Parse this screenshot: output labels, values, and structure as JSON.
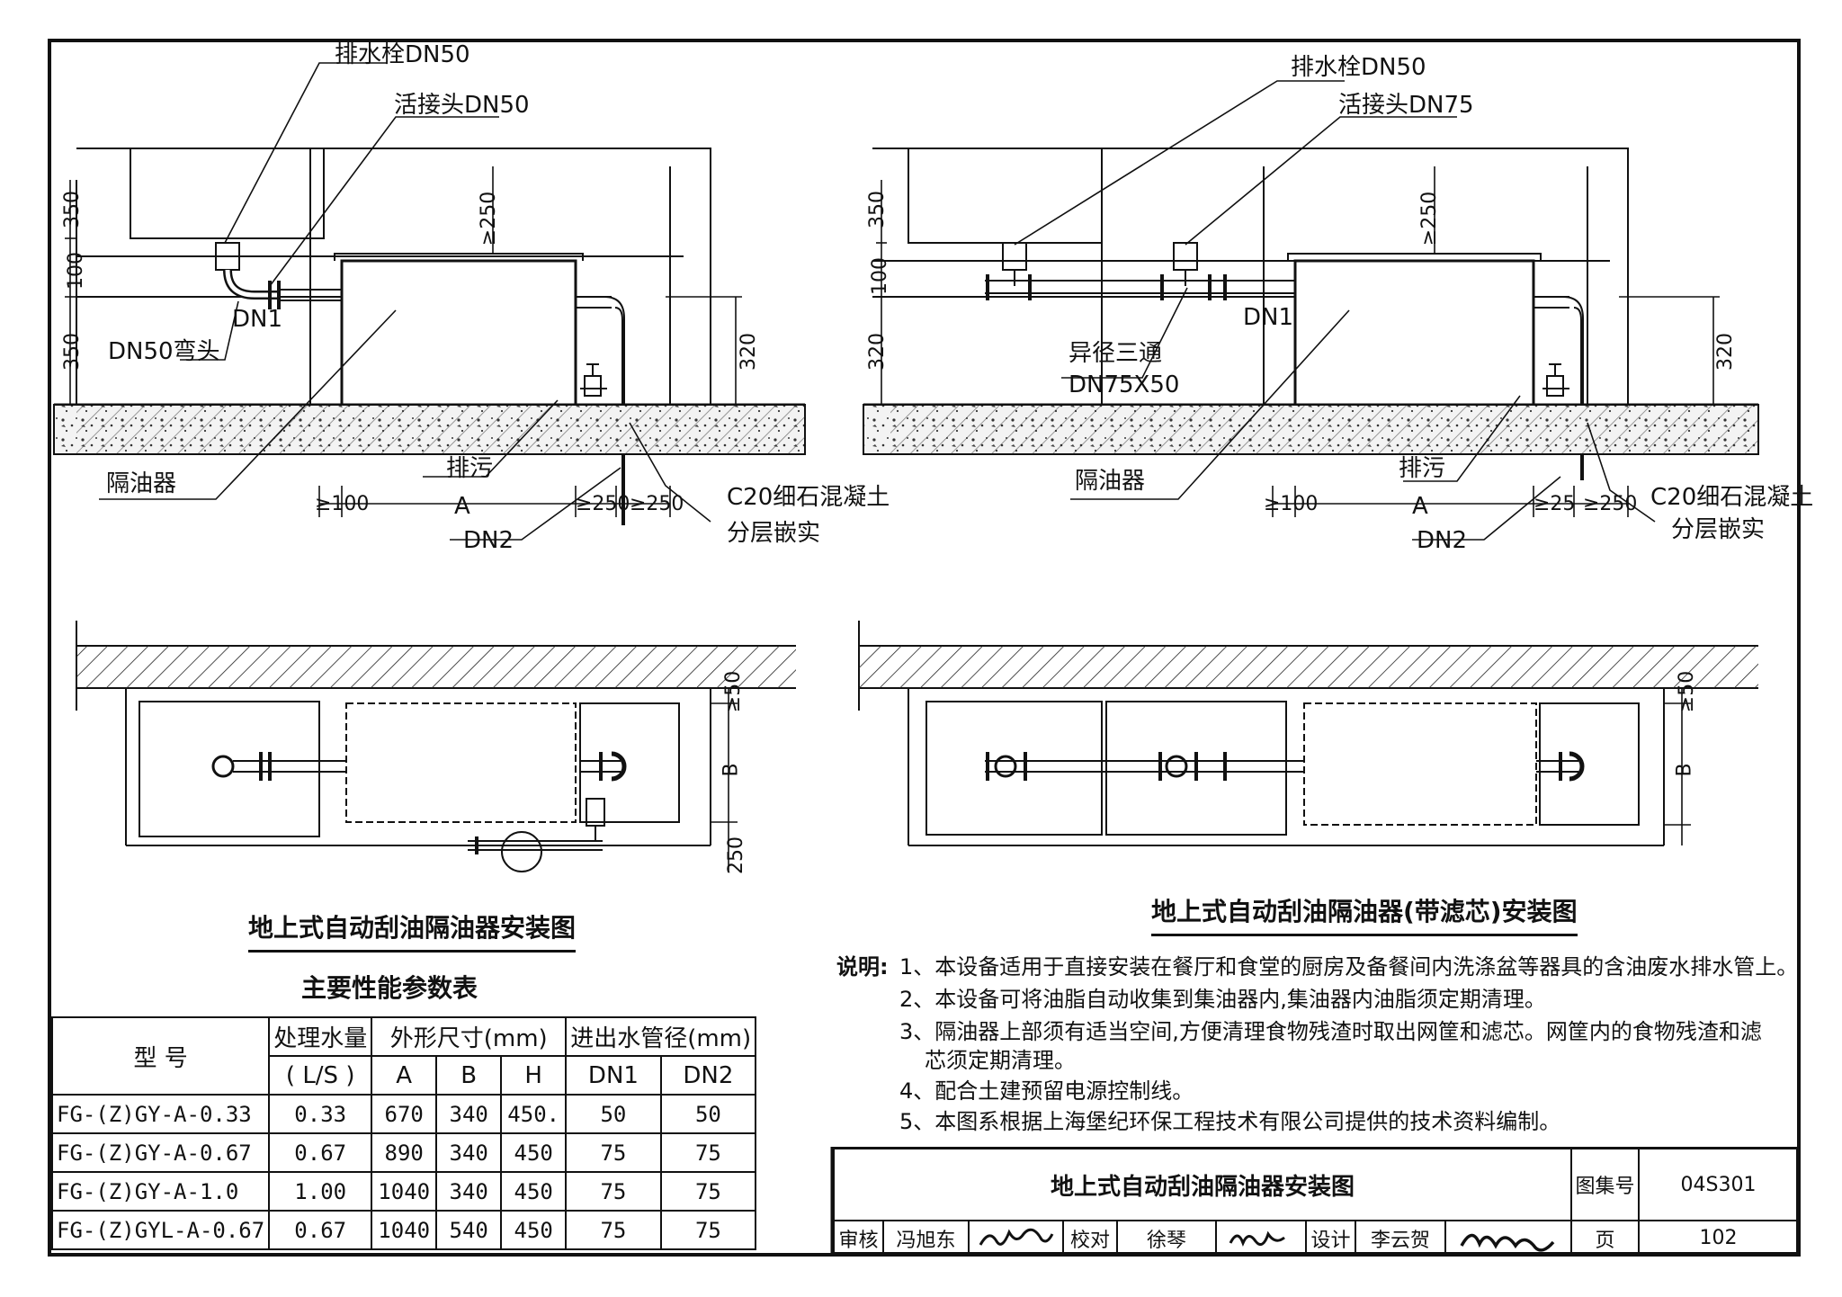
{
  "top_left": {
    "drain_valve": "排水栓DN50",
    "union": "活接头DN50",
    "elbow": "DN50弯头",
    "dn1": "DN1",
    "dim_350_top": "350",
    "dim_100": "100",
    "dim_350_bottom": "350",
    "clearance": "≥250",
    "dim_320": "320",
    "separator": "隔油器",
    "sewage": "排污",
    "gap_left": "≥100",
    "width_a": "A",
    "gap_right1": "≥250",
    "gap_right2": "≥250",
    "dn2": "DN2",
    "concrete_1": "C20细石混凝土",
    "concrete_2": "分层嵌实"
  },
  "top_right": {
    "drain_valve": "排水栓DN50",
    "union": "活接头DN75",
    "dn1": "DN1",
    "dim_350_top": "350",
    "dim_100": "100",
    "dim_320_left": "320",
    "clearance": "≥250",
    "dim_320": "320",
    "reducer_tee_1": "异径三通",
    "reducer_tee_2": "DN75X50",
    "separator": "隔油器",
    "sewage": "排污",
    "gap_left": "≥100",
    "width_a": "A",
    "gap_right1": "≥25",
    "gap_right2": "≥250",
    "dn2": "DN2",
    "concrete_1": "C20细石混凝土",
    "concrete_2": "分层嵌实"
  },
  "plan_left": {
    "dim_50": "≥50",
    "dim_b": "B",
    "dim_250": "250"
  },
  "plan_right": {
    "dim_50": "≥50",
    "dim_b": "B"
  },
  "captions": {
    "left": "地上式自动刮油隔油器安装图",
    "right": "地上式自动刮油隔油器(带滤芯)安装图",
    "table_title": "主要性能参数表"
  },
  "table": {
    "h_model": "型    号",
    "h_flow": "处理水量",
    "h_flow_unit": "( L/S )",
    "h_size": "外形尺寸(mm)",
    "h_pipe": "进出水管径(mm)",
    "h_a": "A",
    "h_b": "B",
    "h_h": "H",
    "h_dn1": "DN1",
    "h_dn2": "DN2",
    "rows": [
      {
        "model": "FG-(Z)GY-A-0.33",
        "flow": "0.33",
        "a": "670",
        "b": "340",
        "h": "450.",
        "dn1": "50",
        "dn2": "50"
      },
      {
        "model": "FG-(Z)GY-A-0.67",
        "flow": "0.67",
        "a": "890",
        "b": "340",
        "h": "450",
        "dn1": "75",
        "dn2": "75"
      },
      {
        "model": "FG-(Z)GY-A-1.0",
        "flow": "1.00",
        "a": "1040",
        "b": "340",
        "h": "450",
        "dn1": "75",
        "dn2": "75"
      },
      {
        "model": "FG-(Z)GYL-A-0.67",
        "flow": "0.67",
        "a": "1040",
        "b": "540",
        "h": "450",
        "dn1": "75",
        "dn2": "75"
      }
    ]
  },
  "notes": {
    "lead": "说明:",
    "n1": "1、本设备适用于直接安装在餐厅和食堂的厨房及备餐间内洗涤盆等器具的含油废水排水管上。",
    "n2": "2、本设备可将油脂自动收集到集油器内,集油器内油脂须定期清理。",
    "n3a": "3、隔油器上部须有适当空间,方便清理食物残渣时取出网筐和滤芯。网筐内的食物残渣和滤",
    "n3b": "芯须定期清理。",
    "n4": "4、配合土建预留电源控制线。",
    "n5": "5、本图系根据上海堡纪环保工程技术有限公司提供的技术资料编制。"
  },
  "title_block": {
    "title": "地上式自动刮油隔油器安装图",
    "atlas_label": "图集号",
    "atlas_no": "04S301",
    "review_label": "审核",
    "reviewer": "冯旭东",
    "check_label": "校对",
    "checker": "徐琴",
    "design_label": "设计",
    "designer": "李云贺",
    "page_label": "页",
    "page_no": "102"
  }
}
